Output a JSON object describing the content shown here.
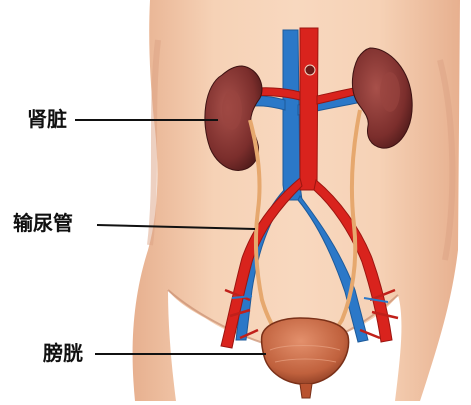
{
  "labels": {
    "kidney": "肾脏",
    "ureter": "输尿管",
    "bladder": "膀胱"
  },
  "colors": {
    "skin": "#f2c7a8",
    "skin_shadow": "#d99f82",
    "kidney": "#7b2e2c",
    "artery": "#d9231d",
    "vein": "#2b78c8",
    "ureter": "#e6a86e",
    "bladder": "#c0613d",
    "leader_line": "#111111"
  }
}
